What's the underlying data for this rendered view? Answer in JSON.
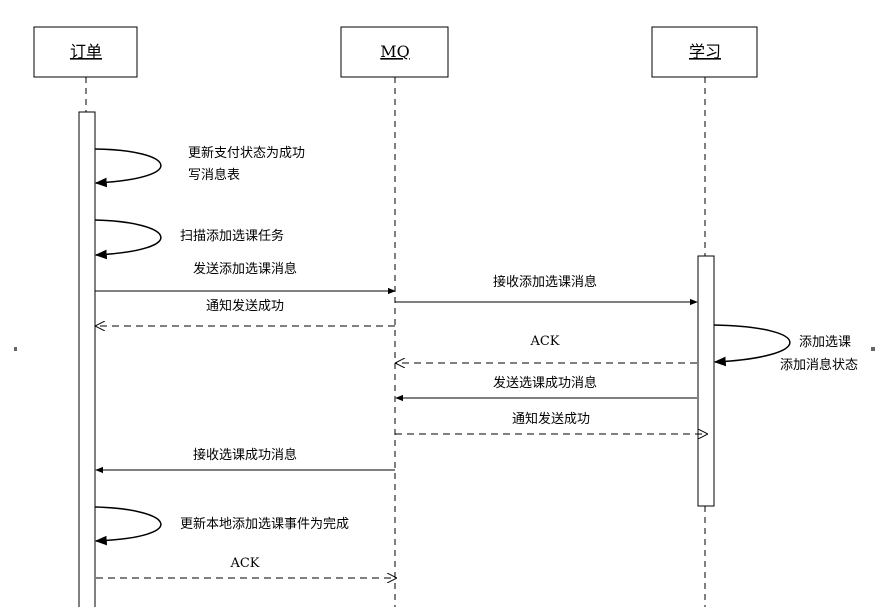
{
  "actors": {
    "order": "订单",
    "mq": "MQ",
    "study": "学习"
  },
  "messages": {
    "m1_line1": "更新支付状态为成功",
    "m1_line2": "写消息表",
    "m2": "扫描添加选课任务",
    "m3": "发送添加选课消息",
    "m4": "接收添加选课消息",
    "m5": "通知发送成功",
    "m6": "ACK",
    "m7_line1": "添加选课",
    "m7_line2": "添加消息状态",
    "m8": "发送选课成功消息",
    "m9": "通知发送成功",
    "m10": "接收选课成功消息",
    "m11": "更新本地添加选课事件为完成",
    "m12": "ACK"
  }
}
